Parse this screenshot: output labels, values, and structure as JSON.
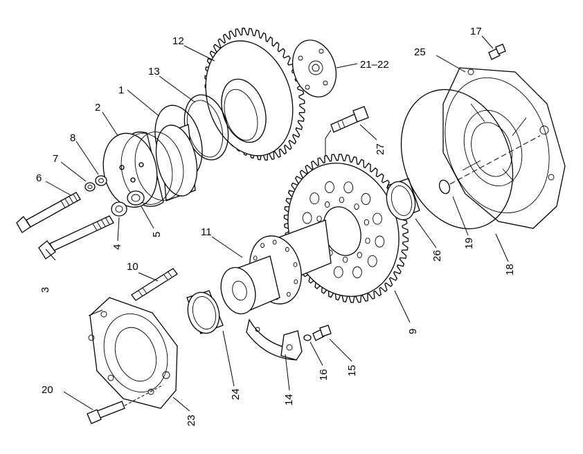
{
  "callouts": [
    {
      "key": "1",
      "text": "1"
    },
    {
      "key": "2",
      "text": "2"
    },
    {
      "key": "3",
      "text": "3"
    },
    {
      "key": "4",
      "text": "4"
    },
    {
      "key": "5",
      "text": "5"
    },
    {
      "key": "6",
      "text": "6"
    },
    {
      "key": "7",
      "text": "7"
    },
    {
      "key": "8",
      "text": "8"
    },
    {
      "key": "9",
      "text": "9"
    },
    {
      "key": "10",
      "text": "10"
    },
    {
      "key": "11",
      "text": "11"
    },
    {
      "key": "12",
      "text": "12"
    },
    {
      "key": "13",
      "text": "13"
    },
    {
      "key": "14",
      "text": "14"
    },
    {
      "key": "15",
      "text": "15"
    },
    {
      "key": "16",
      "text": "16"
    },
    {
      "key": "17",
      "text": "17"
    },
    {
      "key": "18",
      "text": "18"
    },
    {
      "key": "19",
      "text": "19"
    },
    {
      "key": "20",
      "text": "20"
    },
    {
      "key": "21-22",
      "text": "21–22"
    },
    {
      "key": "23",
      "text": "23"
    },
    {
      "key": "24",
      "text": "24"
    },
    {
      "key": "25",
      "text": "25"
    },
    {
      "key": "26",
      "text": "26"
    },
    {
      "key": "27",
      "text": "27"
    }
  ]
}
